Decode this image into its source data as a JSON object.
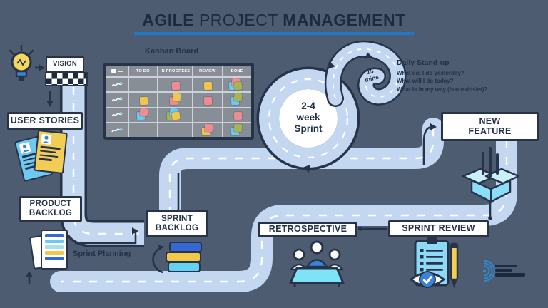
{
  "title": {
    "word1": "AGILE",
    "word2": "PROJECT",
    "word3": "MANAGEMENT"
  },
  "nodes": {
    "vision": "VISION",
    "user_stories": "USER STORIES",
    "product_backlog": "PRODUCT BACKLOG",
    "sprint_backlog": "SPRINT BACKLOG",
    "retrospective": "RETROSPECTIVE",
    "sprint_review": "SPRINT REVIEW",
    "new_feature": "NEW FEATURE"
  },
  "annotations": {
    "kanban_title": "Kanban Board",
    "sprint_planning": "Sprint Planning"
  },
  "sprint_circle": {
    "line1": "2-4",
    "line2": "week",
    "line3": "Sprint"
  },
  "standup": {
    "title": "Daily Stand-up",
    "questions": [
      "What did I do yesterday?",
      "What will I do today?",
      "What is in my way (issues/risks)?"
    ],
    "spiral_label": "15 mins"
  },
  "kanban": {
    "columns": [
      "TO DO",
      "IN PROGRESS",
      "REVIEW",
      "DONE"
    ],
    "rows": [
      [
        [],
        [
          "pink"
        ],
        [
          "yellow"
        ],
        [
          "blue",
          "pink",
          "green"
        ]
      ],
      [
        [
          "yellow"
        ],
        [
          "pink",
          "yellow"
        ],
        [
          "pink"
        ],
        [
          "blue",
          "green"
        ]
      ],
      [
        [
          "blue",
          "pink"
        ],
        [
          "green",
          "blue",
          "yellow"
        ],
        [],
        [
          "pink"
        ]
      ],
      [
        [],
        [],
        [
          "yellow",
          "pink"
        ],
        [
          "blue",
          "green"
        ]
      ]
    ]
  },
  "colors": {
    "background": "#4d5c71",
    "road_fill": "#c3d8f0",
    "road_border": "#273349",
    "underline": "#1f79c9",
    "text_dark": "#22324a",
    "box_bg": "#ffffff",
    "checker_dark": "#1d2a3d",
    "kanban_bg": "#878e96",
    "kanban_line": "#ccd2d8",
    "accent_blue": "#3b82d8",
    "cyan": "#7fd8f5",
    "icon_yellow": "#f2cd55",
    "logo_blue": "#2f89cf",
    "stickies": {
      "yellow": "#f1c64f",
      "pink": "#ee8c92",
      "blue": "#6fc8f0",
      "green": "#a6b457"
    }
  }
}
